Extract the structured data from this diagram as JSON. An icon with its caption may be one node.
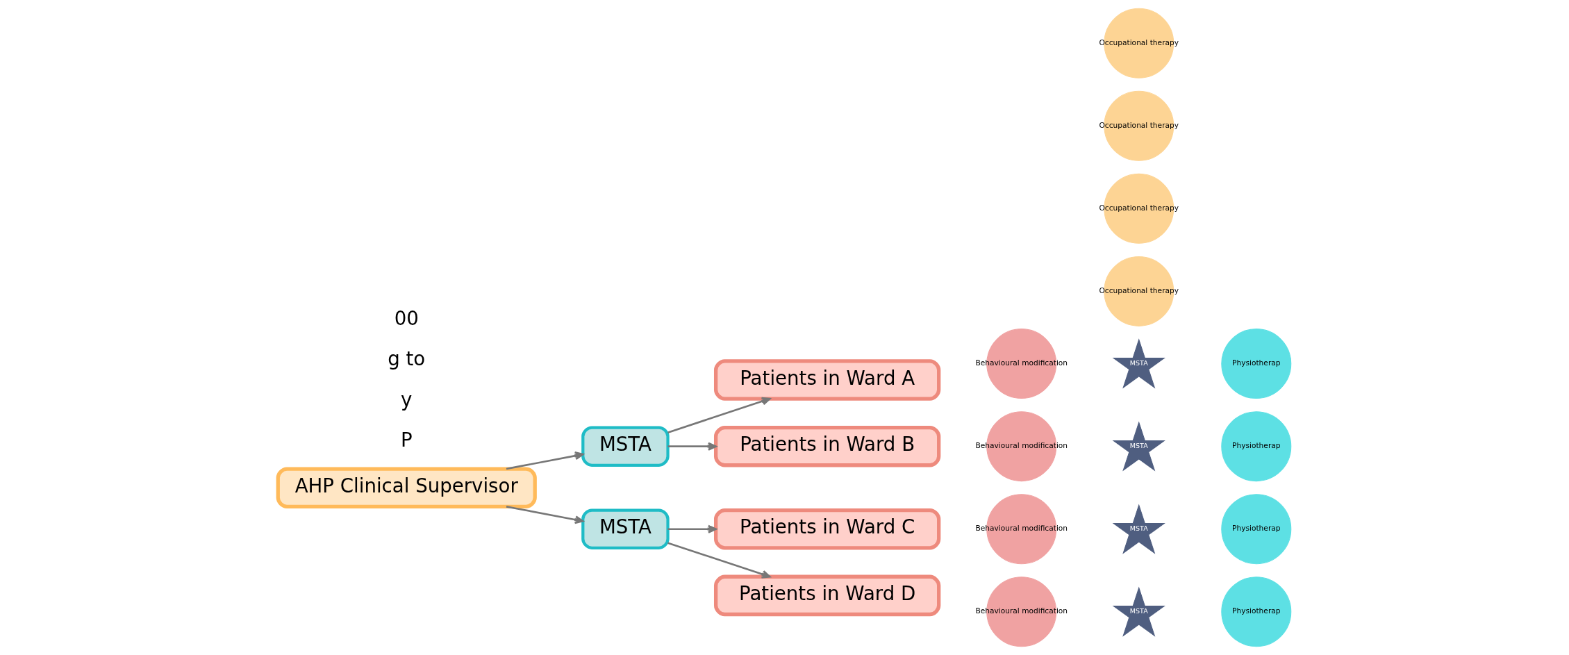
{
  "diagram": {
    "nodes": [
      {
        "text": [
          "AHP Clinical Supervisor"
        ]
      },
      {
        "text": [
          "MSTA"
        ]
      },
      {
        "text": [
          "MSTA"
        ]
      },
      {
        "text": [
          "Patients in Ward A"
        ]
      },
      {
        "text": [
          "Patients in Ward B"
        ]
      },
      {
        "text": [
          "Patients in Ward C"
        ]
      },
      {
        "text": [
          "Patients in Ward D"
        ]
      },
      {
        "text": [
          "Occupational therapy"
        ]
      },
      {
        "text": [
          "Behavioural modification"
        ]
      },
      {
        "text": [
          "MSTA"
        ]
      },
      {
        "text": [
          "Physiotherap"
        ]
      },
      {
        "text": [
          "Occupational therapy"
        ]
      },
      {
        "text": [
          "Behavioural modification"
        ]
      },
      {
        "text": [
          "MSTA"
        ]
      },
      {
        "text": [
          "Physiotherap"
        ]
      },
      {
        "text": [
          "Occupational therapy"
        ]
      },
      {
        "text": [
          "Behavioural modification"
        ]
      },
      {
        "text": [
          "MSTA"
        ]
      },
      {
        "text": [
          "Physiotherap"
        ]
      },
      {
        "text": [
          "Occupational therapy"
        ]
      },
      {
        "text": [
          "Behavioural modification"
        ]
      },
      {
        "text": [
          "MSTA"
        ]
      },
      {
        "text": [
          "Physiotherap"
        ]
      }
    ],
    "edges": [
      {
        "from": 0,
        "to": 1,
        "arrow": "to"
      },
      {
        "from": 0,
        "to": 2,
        "arrow": "to"
      },
      {
        "from": 1,
        "to": 3,
        "arrow": "to"
      },
      {
        "from": 1,
        "to": 4,
        "arrow": "to"
      },
      {
        "from": 2,
        "to": 5,
        "arrow": "to"
      },
      {
        "from": 2,
        "to": 6,
        "arrow": "to"
      }
    ],
    "labels": [
      "P",
      "y",
      "g to",
      "00"
    ]
  }
}
